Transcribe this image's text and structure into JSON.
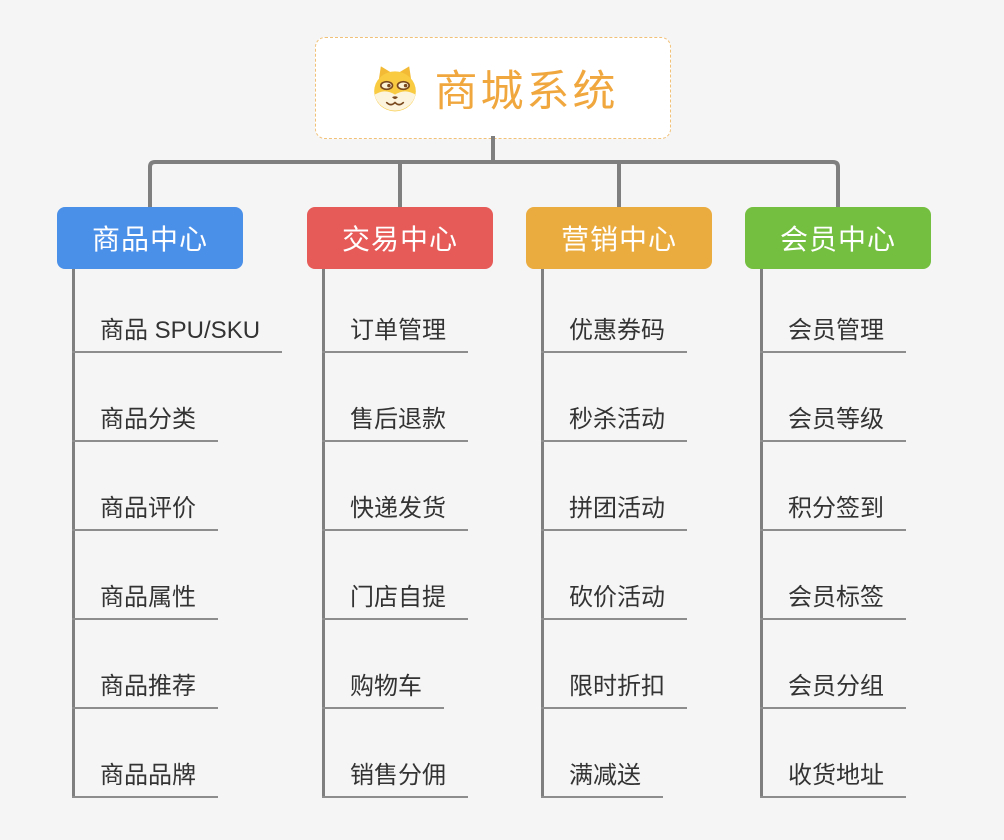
{
  "canvas": {
    "background": "#f5f5f5",
    "connector_color": "#7f7f7f",
    "underline_color": "#8d8d8d",
    "item_text_color": "#333333"
  },
  "root": {
    "label": "商城系统",
    "icon": "dog-face",
    "text_color": "#f0a73e",
    "border_color": "#f2c178",
    "background": "#ffffff"
  },
  "branches": [
    {
      "label": "商品中心",
      "color": "#4a8fe8",
      "items": [
        "商品 SPU/SKU",
        "商品分类",
        "商品评价",
        "商品属性",
        "商品推荐",
        "商品品牌"
      ]
    },
    {
      "label": "交易中心",
      "color": "#e65b58",
      "items": [
        "订单管理",
        "售后退款",
        "快递发货",
        "门店自提",
        "购物车",
        "销售分佣"
      ]
    },
    {
      "label": "营销中心",
      "color": "#ebac3f",
      "items": [
        "优惠券码",
        "秒杀活动",
        "拼团活动",
        "砍价活动",
        "限时折扣",
        "满减送"
      ]
    },
    {
      "label": "会员中心",
      "color": "#74bf40",
      "items": [
        "会员管理",
        "会员等级",
        "积分签到",
        "会员标签",
        "会员分组",
        "收货地址"
      ]
    }
  ]
}
